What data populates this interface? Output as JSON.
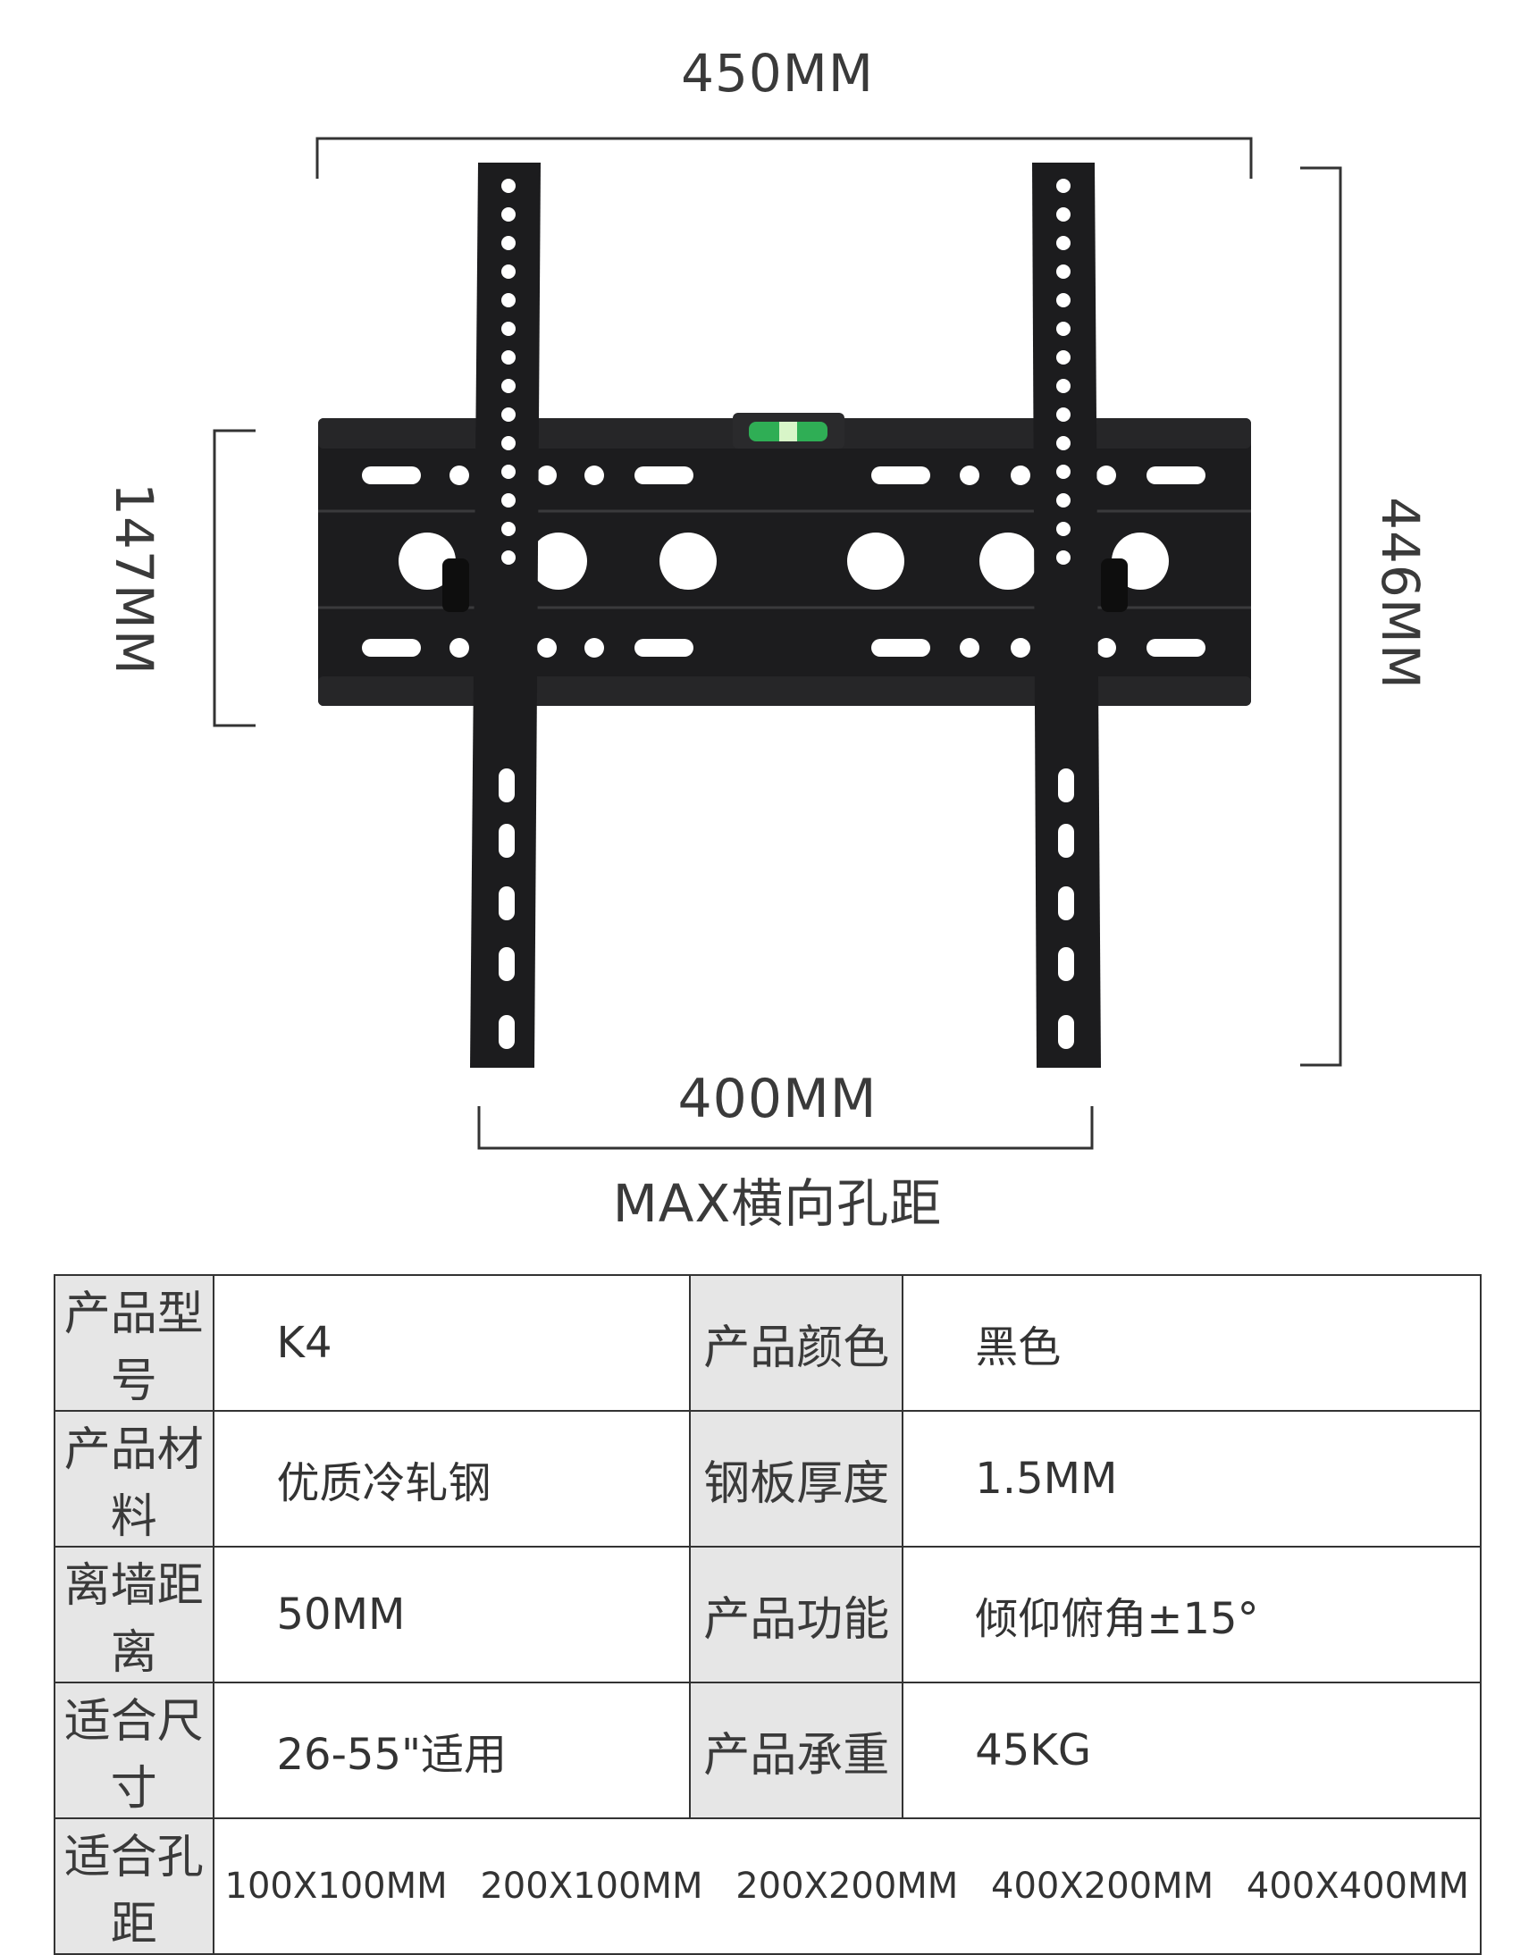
{
  "dimensions": {
    "overall_width": "450MM",
    "overall_height": "446MM",
    "rail_height": "147MM",
    "max_hole_spacing": "400MM",
    "max_hole_spacing_caption": "MAX横向孔距"
  },
  "colors": {
    "bracket": "#1c1c1e",
    "level_bubble": "#2fae55",
    "table_header_bg": "#e6e6e6",
    "line": "#333333"
  },
  "spec_table": {
    "rows": [
      {
        "k1": "产品型号",
        "v1": "K4",
        "k2": "产品颜色",
        "v2": "黑色"
      },
      {
        "k1": "产品材料",
        "v1": "优质冷轧钢",
        "k2": "钢板厚度",
        "v2": "1.5MM"
      },
      {
        "k1": "离墙距离",
        "v1": "50MM",
        "k2": "产品功能",
        "v2": "倾仰俯角±15°"
      },
      {
        "k1": "适合尺寸",
        "v1": "26-55\"适用",
        "k2": "产品承重",
        "v2": "45KG"
      }
    ],
    "vesa_label": "适合孔距",
    "vesa_values": [
      "100X100MM",
      "200X100MM",
      "200X200MM",
      "400X200MM",
      "400X400MM"
    ]
  }
}
